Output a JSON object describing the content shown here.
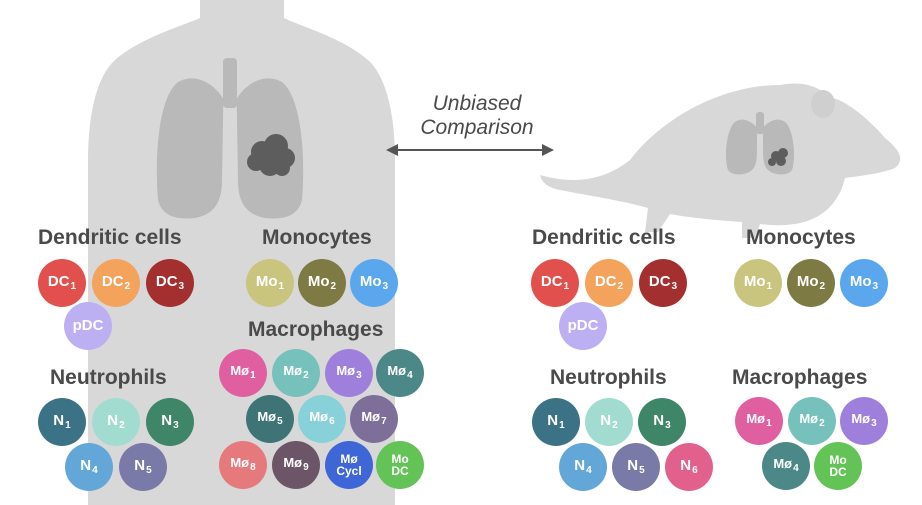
{
  "comparison": {
    "line1": "Unbiased",
    "line2": "Comparison"
  },
  "colors": {
    "dc1": "#e2504d",
    "dc2": "#f3a35c",
    "dc3": "#a3302f",
    "pdc": "#bcb0f2",
    "mo1": "#c9c57f",
    "mo2": "#7e7a43",
    "mo3": "#5aa7ee",
    "n1": "#3c7286",
    "n2": "#a2dcd0",
    "n3": "#3f8568",
    "n4": "#63a7d8",
    "n5": "#7a7aa8",
    "n6": "#e2608c",
    "mac1": "#e05fa1",
    "mac2": "#77c1bd",
    "mac3": "#9f7fdc",
    "mac4": "#4b8887",
    "mac5": "#3f7477",
    "mac6": "#88d1d8",
    "mac7": "#7d6f99",
    "mac8": "#e5797c",
    "mac9": "#6b5566",
    "maccycl": "#3f66d6",
    "macdc": "#63c356",
    "silhouette": "#d8d8d8",
    "lung": "#b9b9b9",
    "tumor": "#5d5d5d"
  },
  "human": {
    "dendritic": {
      "title": "Dendritic cells",
      "cells": [
        {
          "base": "DC",
          "sub": "1"
        },
        {
          "base": "DC",
          "sub": "2"
        },
        {
          "base": "DC",
          "sub": "3"
        },
        {
          "base": "pDC",
          "sub": ""
        }
      ]
    },
    "monocytes": {
      "title": "Monocytes",
      "cells": [
        {
          "base": "Mo",
          "sub": "1"
        },
        {
          "base": "Mo",
          "sub": "2"
        },
        {
          "base": "Mo",
          "sub": "3"
        }
      ]
    },
    "neutrophils": {
      "title": "Neutrophils",
      "cells": [
        {
          "base": "N",
          "sub": "1"
        },
        {
          "base": "N",
          "sub": "2"
        },
        {
          "base": "N",
          "sub": "3"
        },
        {
          "base": "N",
          "sub": "4"
        },
        {
          "base": "N",
          "sub": "5"
        }
      ]
    },
    "macrophages": {
      "title": "Macrophages",
      "cells": [
        {
          "base": "Mø",
          "sub": "1"
        },
        {
          "base": "Mø",
          "sub": "2"
        },
        {
          "base": "Mø",
          "sub": "3"
        },
        {
          "base": "Mø",
          "sub": "4"
        },
        {
          "base": "Mø",
          "sub": "5"
        },
        {
          "base": "Mø",
          "sub": "6"
        },
        {
          "base": "Mø",
          "sub": "7"
        },
        {
          "base": "Mø",
          "sub": "8"
        },
        {
          "base": "Mø",
          "sub": "9"
        },
        {
          "line1": "Mø",
          "line2": "Cycl"
        },
        {
          "line1": "Mo",
          "line2": "DC"
        }
      ]
    }
  },
  "mouse": {
    "dendritic": {
      "title": "Dendritic cells",
      "cells": [
        {
          "base": "DC",
          "sub": "1"
        },
        {
          "base": "DC",
          "sub": "2"
        },
        {
          "base": "DC",
          "sub": "3"
        },
        {
          "base": "pDC",
          "sub": ""
        }
      ]
    },
    "monocytes": {
      "title": "Monocytes",
      "cells": [
        {
          "base": "Mo",
          "sub": "1"
        },
        {
          "base": "Mo",
          "sub": "2"
        },
        {
          "base": "Mo",
          "sub": "3"
        }
      ]
    },
    "neutrophils": {
      "title": "Neutrophils",
      "cells": [
        {
          "base": "N",
          "sub": "1"
        },
        {
          "base": "N",
          "sub": "2"
        },
        {
          "base": "N",
          "sub": "3"
        },
        {
          "base": "N",
          "sub": "4"
        },
        {
          "base": "N",
          "sub": "5"
        },
        {
          "base": "N",
          "sub": "6"
        }
      ]
    },
    "macrophages": {
      "title": "Macrophages",
      "cells": [
        {
          "base": "Mø",
          "sub": "1"
        },
        {
          "base": "Mø",
          "sub": "2"
        },
        {
          "base": "Mø",
          "sub": "3"
        },
        {
          "base": "Mø",
          "sub": "4"
        },
        {
          "line1": "Mo",
          "line2": "DC"
        }
      ]
    }
  }
}
